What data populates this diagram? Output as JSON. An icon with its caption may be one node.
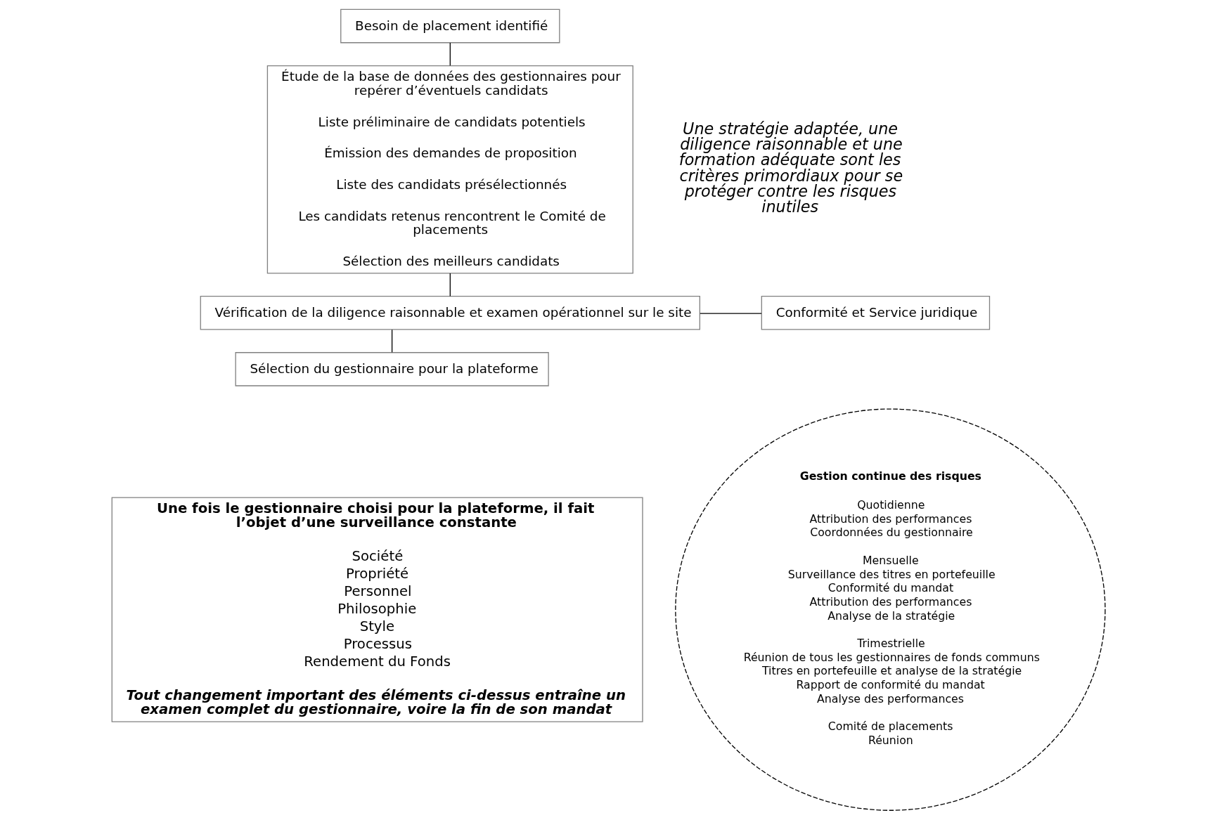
{
  "diagram": {
    "nodes": [
      {
        "text": [
          "Besoin de placement identifié"
        ]
      },
      {
        "text": [
          "Étude de la base de données des gestionnaires pour repérer d’éventuels candidats",
          "Liste préliminaire de candidats potentiels",
          "Émission des demandes de proposition",
          "Liste des candidats présélectionnés",
          "Les candidats retenus rencontrent le Comité de placements",
          "Sélection des meilleurs candidats"
        ]
      },
      {
        "text": [
          "Vérification de la diligence raisonnable et examen opérationnel sur le site"
        ]
      },
      {
        "text": [
          "Conformité et Service juridique"
        ]
      },
      {
        "text": [
          "Sélection du gestionnaire pour la plateforme"
        ]
      },
      {
        "text": [
          "Une fois le gestionnaire choisi pour la plateforme, il fait l’objet d’une surveillance constante",
          "Société",
          "Propriété",
          "Personnel",
          "Philosophie",
          "Style",
          "Processus",
          "Rendement du Fonds",
          "Tout changement important des éléments ci-dessus entraîne un examen complet du gestionnaire, voire la fin de son mandat"
        ]
      },
      {
        "text": [
          "Gestion continue des risques",
          "Quotidienne",
          "Attribution des performances",
          "Coordonnées du gestionnaire",
          "Mensuelle",
          "Surveillance des titres en portefeuille",
          "Conformité du mandat",
          "Attribution des performances",
          "Analyse de la stratégie",
          "Trimestrielle",
          "Réunion de tous les gestionnaires de fonds communs",
          "Titres en portefeuille et analyse de la stratégie",
          "Rapport de conformité du mandat",
          "Analyse des performances",
          "Comité de placements",
          "Réunion"
        ]
      }
    ],
    "edges": [
      {
        "from": 0,
        "to": 1,
        "arrow": "none"
      },
      {
        "from": 1,
        "to": 2,
        "arrow": "none"
      },
      {
        "from": 2,
        "to": 3,
        "arrow": "none"
      },
      {
        "from": 2,
        "to": 4,
        "arrow": "none"
      }
    ],
    "labels": [
      "Une stratégie adaptée, une diligence raisonnable et une formation adéquate sont les critères primordiaux pour se protéger contre les risques inutiles"
    ]
  }
}
